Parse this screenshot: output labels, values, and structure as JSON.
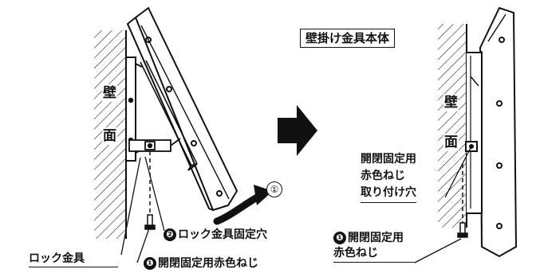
{
  "left_panel": {
    "wall_char_1": "壁",
    "wall_char_2": "面",
    "step_marker": "①",
    "fix_hole_number": "❷",
    "fix_hole_text": "ロック金具固定穴",
    "lock_bracket": "ロック金具",
    "screw_number": "❶",
    "screw_text": "開閉固定用赤色ねじ"
  },
  "right_panel": {
    "title_box": "壁掛け金具本体",
    "wall_char_1": "壁",
    "wall_char_2": "面",
    "hole_label_line1": "開閉固定用",
    "hole_label_line2": "赤色ねじ",
    "hole_label_line3": "取り付け穴",
    "screw_number": "❶",
    "screw_line1": "開閉固定用",
    "screw_line2": "赤色ねじ"
  },
  "colors": {
    "ink": "#111111",
    "paper": "#ffffff"
  }
}
